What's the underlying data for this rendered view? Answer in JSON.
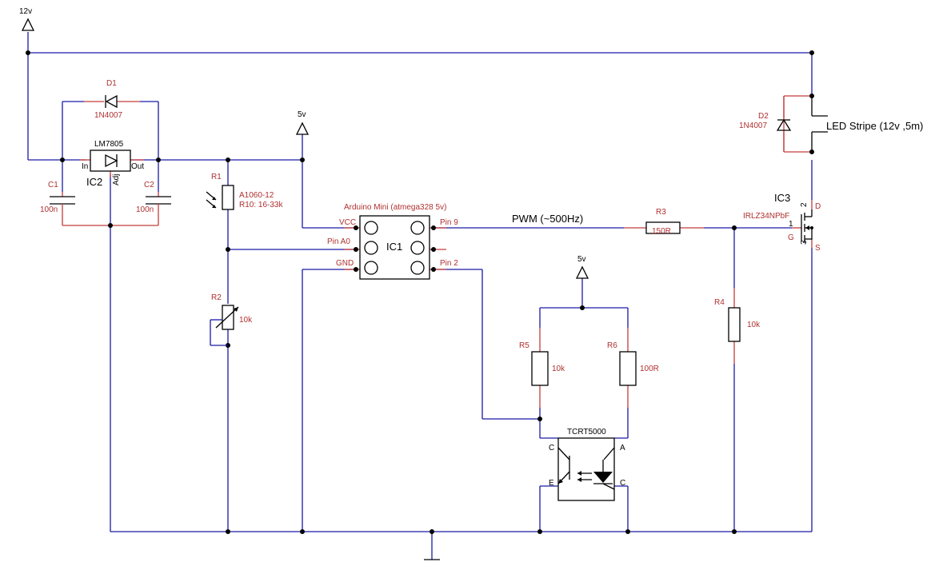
{
  "supplies": {
    "v12": "12v",
    "v5_a": "5v",
    "v5_b": "5v"
  },
  "d1": {
    "ref": "D1",
    "part": "1N4007"
  },
  "d2": {
    "ref": "D2",
    "part": "1N4007"
  },
  "ic2": {
    "ref": "IC2",
    "part": "LM7805",
    "pin_in": "In",
    "pin_out": "Out",
    "pin_adj": "Adj"
  },
  "c1": {
    "ref": "C1",
    "value": "100n"
  },
  "c2": {
    "ref": "C2",
    "value": "100n"
  },
  "r1": {
    "ref": "R1",
    "part": "A1060-12",
    "value": "R10: 16-33k"
  },
  "r2": {
    "ref": "R2",
    "value": "10k"
  },
  "ic1": {
    "ref": "IC1",
    "part": "Arduino Mini (atmega328 5v)",
    "pin_vcc": "VCC",
    "pin_a0": "Pin A0",
    "pin_gnd": "GND",
    "pin_9": "Pin 9",
    "pin_2": "Pin 2"
  },
  "pwm": "PWM (~500Hz)",
  "r3": {
    "ref": "R3",
    "value": "150R"
  },
  "r4": {
    "ref": "R4",
    "value": "10k"
  },
  "r5": {
    "ref": "R5",
    "value": "10k"
  },
  "r6": {
    "ref": "R6",
    "value": "100R"
  },
  "ic3": {
    "ref": "IC3",
    "part": "IRLZ34NPbF",
    "pin_d": "D",
    "pin_g": "G",
    "pin_s": "S",
    "num_1": "1",
    "num_2": "2",
    "num_3": "3"
  },
  "led": "LED Stripe (12v ,5m)",
  "tcrt": {
    "part": "TCRT5000",
    "pin_c1": "C",
    "pin_a": "A",
    "pin_e": "E",
    "pin_c2": "C"
  }
}
